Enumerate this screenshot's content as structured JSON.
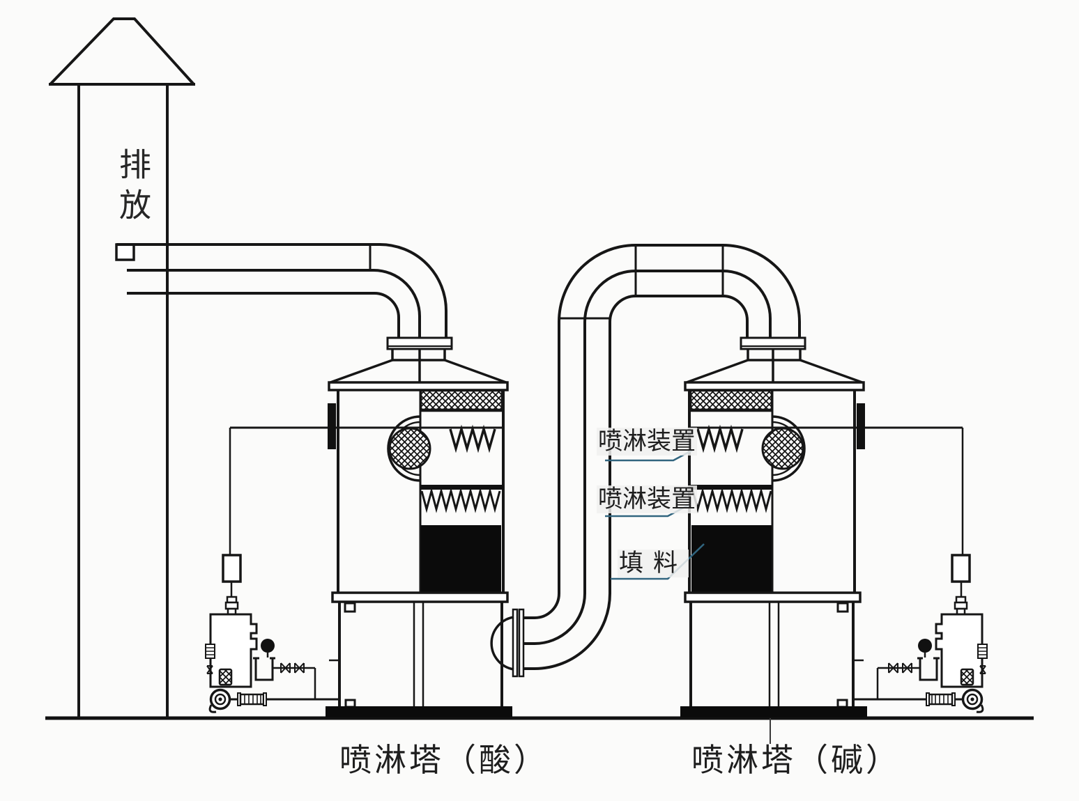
{
  "diagram": {
    "type": "process-schematic",
    "subject": "two-stage waste gas spray tower scrubbing system",
    "colors": {
      "background": "#fbfbfa",
      "line": "#161616",
      "packing_fill": "#0b0b0b",
      "leader": "#31657f"
    },
    "stack": {
      "label": "排放"
    },
    "callouts": {
      "spray_device_1": "喷淋装置",
      "spray_device_2": "喷淋装置",
      "packing": "填料"
    },
    "towers": {
      "acid": {
        "label": "喷淋塔（酸）"
      },
      "alkali": {
        "label": "喷淋塔（碱）"
      }
    }
  }
}
